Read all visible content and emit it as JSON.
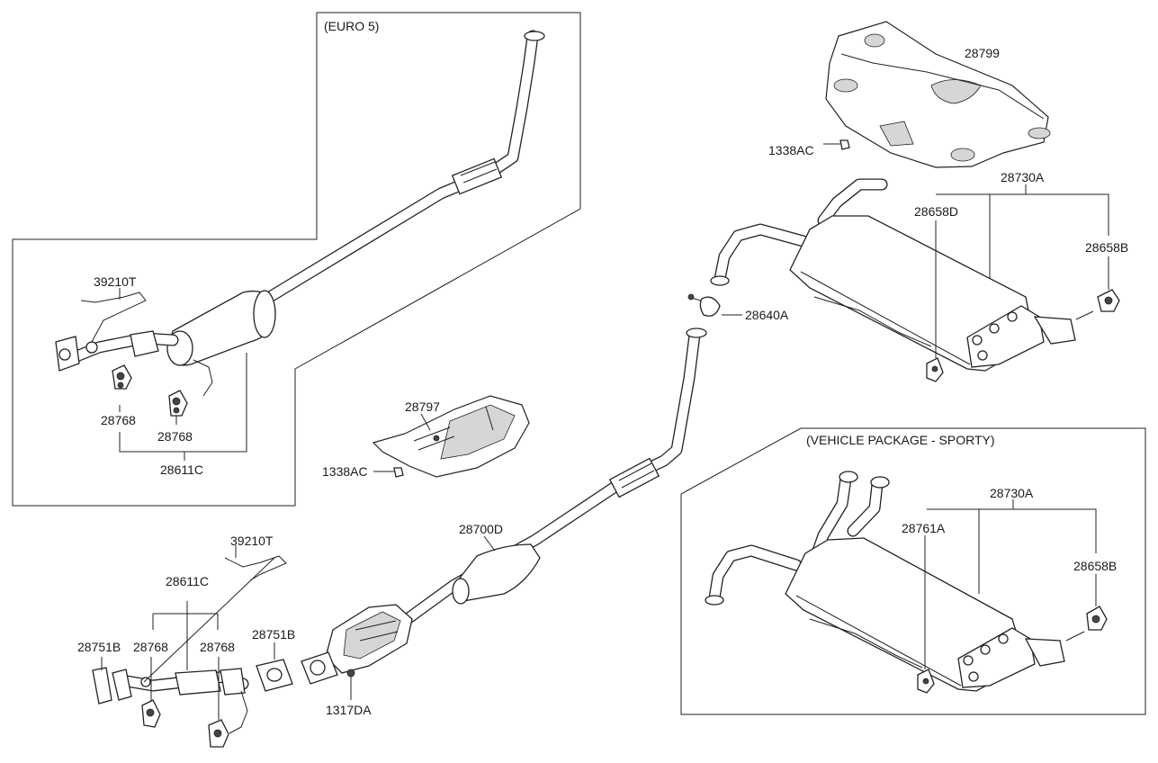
{
  "captions": {
    "euro5": "(EURO 5)",
    "sporty": "(VEHICLE PACKAGE - SPORTY)"
  },
  "labels": {
    "l_39210T_a": "39210T",
    "l_28768_a": "28768",
    "l_28768_b": "28768",
    "l_28611C_a": "28611C",
    "l_28797": "28797",
    "l_1338AC_a": "1338AC",
    "l_28799": "28799",
    "l_1338AC_b": "1338AC",
    "l_28730A_a": "28730A",
    "l_28658D": "28658D",
    "l_28658B_a": "28658B",
    "l_28640A": "28640A",
    "l_39210T_b": "39210T",
    "l_28611C_b": "28611C",
    "l_28751B_a": "28751B",
    "l_28768_c": "28768",
    "l_28768_d": "28768",
    "l_28751B_b": "28751B",
    "l_1317DA": "1317DA",
    "l_28700D": "28700D",
    "l_28730A_b": "28730A",
    "l_28761A": "28761A",
    "l_28658B_b": "28658B"
  }
}
